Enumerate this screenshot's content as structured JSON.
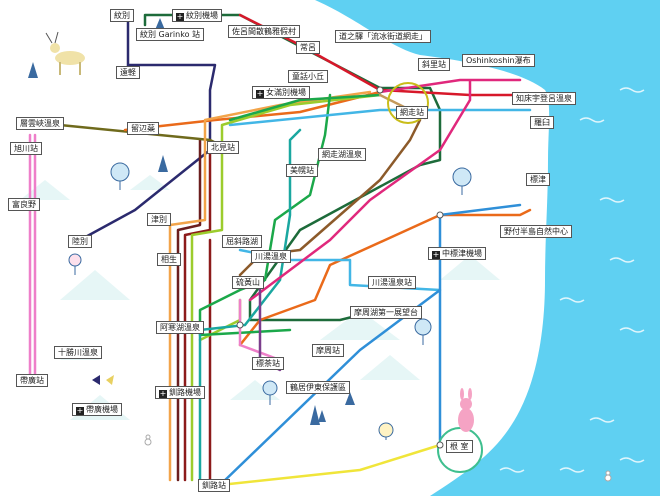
{
  "map": {
    "colors": {
      "sea": "#5fd0f2",
      "seaDot": "#ffffff",
      "land": "#ffffff",
      "mountain": "#e6f6f6",
      "highlightYellow": "#c9bd1a",
      "highlightGreen": "#3fbf8f"
    },
    "lines": {
      "navy": "#2b2a6e",
      "darkgreen": "#1d6b3a",
      "red": "#d7182a",
      "darkred": "#8c1a1a",
      "maroon": "#6b1e1e",
      "olive": "#6f6a1c",
      "orange": "#ea6a1a",
      "lightorange": "#f2a44a",
      "yellowgreen": "#9ccc2c",
      "green": "#1ba84a",
      "teal": "#1aa7a0",
      "skyblue": "#42b6e6",
      "blue": "#2f8fd8",
      "magenta": "#e0287c",
      "pink": "#ee7fc9",
      "yellow": "#f0e53a",
      "tan": "#c49a5c",
      "brown": "#8c5a2a",
      "purple": "#7b3d8c"
    },
    "labels": {
      "monbetsu": "紋別",
      "monbetsuAirport": "紋別機場",
      "monbetsuGarinko": "紋別 Garinko 站",
      "saroma": "佐呂間散鶴雅假村",
      "tokoro": "常呂",
      "engaru": "遠軽",
      "ryuhyo": "道之驛「流冰街道網走」",
      "shari": "斜里站",
      "oshinkoshin": "Oshinkoshin瀑布",
      "dowaNoOka": "童話小丘",
      "memanbetsuAirport": "女滿別機場",
      "abashiri": "網走站",
      "utoro": "知床宇登呂溫泉",
      "sounkyo": "層雲峽溫泉",
      "rubeshibe": "留辺蘂",
      "kitami": "北見站",
      "abashiriko": "網走湖溫泉",
      "rausu": "羅臼",
      "asahikawa": "旭川站",
      "bihoro": "美幌站",
      "furano": "富良野",
      "shibetsu": "標津",
      "rikubetsu": "陸別",
      "nosappu": "野付半島自然中心",
      "tsubetsu": "津別",
      "kussharo": "屈斜路湖",
      "nakashibetsuAirport": "中標津機場",
      "kawayu": "川湯溫泉",
      "aioi": "相生",
      "iou": "硫黃山",
      "kawayuStation": "川湯溫泉站",
      "mashu1": "摩周湖第一展望台",
      "akanko": "阿寒湖溫泉",
      "tokachigawa": "十勝川溫泉",
      "shibecha": "標茶站",
      "mashu": "摩周站",
      "obihiro": "帶廣站",
      "kushiroAirport": "釧路機場",
      "tsurui": "鶴居伊東保護區",
      "obihiroAirport": "帶廣機場",
      "nemuro": "根 室",
      "kushiro": "釧路站"
    }
  }
}
